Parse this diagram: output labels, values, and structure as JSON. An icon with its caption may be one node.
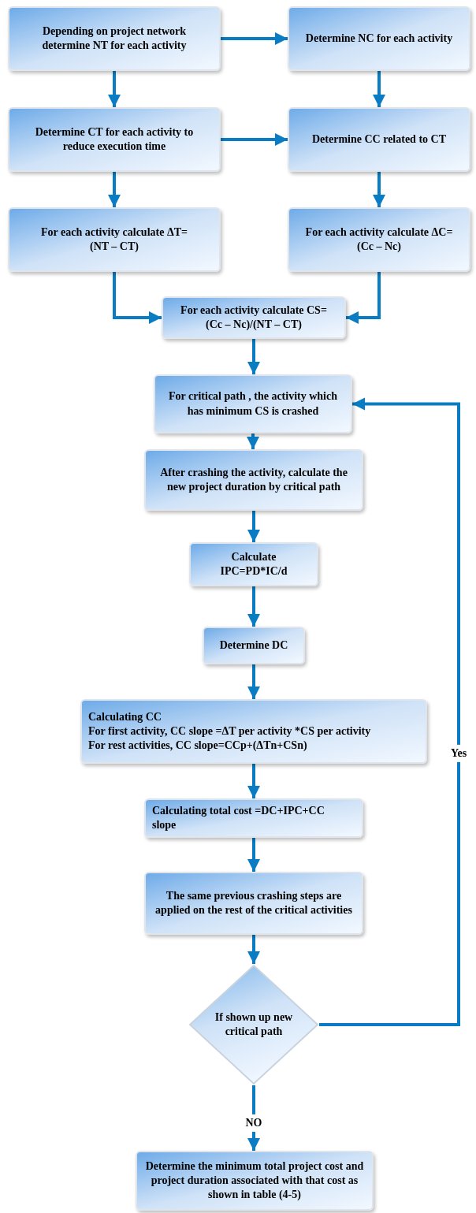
{
  "diagram": {
    "nodes": [
      {
        "text": [
          "Depending on project network determine NT for each activity"
        ]
      },
      {
        "text": [
          "Determine NC for each activity"
        ]
      },
      {
        "text": [
          "Determine CT for each activity to reduce execution time"
        ]
      },
      {
        "text": [
          "Determine CC related to CT"
        ]
      },
      {
        "text": [
          "For each activity calculate ΔT=(NT – CT)"
        ]
      },
      {
        "text": [
          "For each activity calculate ΔC=(Cc – Nc)"
        ]
      },
      {
        "text": [
          "For each activity calculate CS=(Cc – Nc)/(NT – CT)"
        ]
      },
      {
        "text": [
          "For critical path , the activity which has minimum CS is crashed"
        ]
      },
      {
        "text": [
          "After crashing the activity, calculate the new project duration by critical path"
        ]
      },
      {
        "text": [
          "Calculate IPC=PD*IC/d"
        ]
      },
      {
        "text": [
          "Determine DC"
        ]
      },
      {
        "text": [
          "Calculating CC",
          "For first activity, CC slope =ΔT per activity *CS per activity",
          "For rest activities, CC slope=CCp+(ΔTn+CSn)"
        ]
      },
      {
        "text": [
          "Calculating total cost =DC+IPC+CC slope"
        ]
      },
      {
        "text": [
          "The same previous crashing steps are applied on the rest of the critical activities"
        ]
      },
      {
        "text": [
          "If shown up new critical path"
        ]
      },
      {
        "text": [
          "Determine the minimum total project cost and project duration associated with that cost as shown in table (4-5)"
        ]
      }
    ],
    "edges": [
      {
        "from": 0,
        "to": 1,
        "arrow": "to"
      },
      {
        "from": 0,
        "to": 2,
        "arrow": "to"
      },
      {
        "from": 1,
        "to": 3,
        "arrow": "to"
      },
      {
        "from": 2,
        "to": 3,
        "arrow": "to"
      },
      {
        "from": 2,
        "to": 4,
        "arrow": "to"
      },
      {
        "from": 3,
        "to": 5,
        "arrow": "to"
      },
      {
        "from": 4,
        "to": 6,
        "arrow": "to"
      },
      {
        "from": 5,
        "to": 6,
        "arrow": "to"
      },
      {
        "from": 6,
        "to": 7,
        "arrow": "to"
      },
      {
        "from": 7,
        "to": 8,
        "arrow": "to"
      },
      {
        "from": 8,
        "to": 9,
        "arrow": "to"
      },
      {
        "from": 9,
        "to": 10,
        "arrow": "to"
      },
      {
        "from": 10,
        "to": 11,
        "arrow": "to"
      },
      {
        "from": 11,
        "to": 12,
        "arrow": "to"
      },
      {
        "from": 12,
        "to": 13,
        "arrow": "to"
      },
      {
        "from": 13,
        "to": 14,
        "arrow": "to"
      },
      {
        "from": 14,
        "to": 7,
        "arrow": "to",
        "label": "Yes"
      },
      {
        "from": 14,
        "to": 15,
        "arrow": "to",
        "label": "NO"
      }
    ]
  }
}
